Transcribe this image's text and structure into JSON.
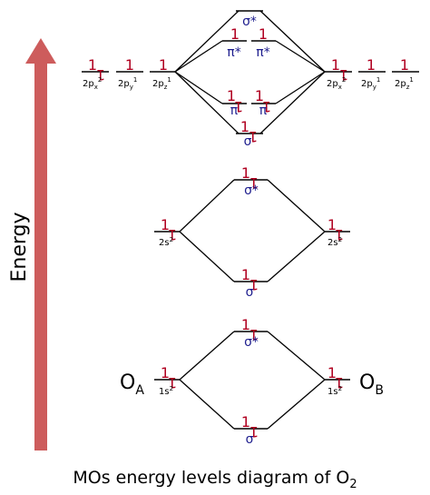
{
  "energy_axis": {
    "label": "Energy",
    "arrow_color": "#cd5c5c"
  },
  "colors": {
    "electron": "#b00020",
    "mo_label": "#1a1a8c",
    "line": "#000000"
  },
  "atoms": {
    "left": "O",
    "left_sub": "A",
    "right": "O",
    "right_sub": "B"
  },
  "caption": {
    "text": "MOs energy levels diagram of O",
    "sub": "2"
  },
  "electron_glyph": "1",
  "ao": {
    "p_left": [
      {
        "main": "2p",
        "sub": "x",
        "sup": "2"
      },
      {
        "main": "2p",
        "sub": "y",
        "sup": "1"
      },
      {
        "main": "2p",
        "sub": "z",
        "sup": "1"
      }
    ],
    "p_right": [
      {
        "main": "2p",
        "sub": "x",
        "sup": "2"
      },
      {
        "main": "2p",
        "sub": "y",
        "sup": "1"
      },
      {
        "main": "2p",
        "sub": "z",
        "sup": "1"
      }
    ],
    "s2_left": {
      "main": "2s",
      "sup": "2"
    },
    "s2_right": {
      "main": "2s",
      "sup": "2"
    },
    "s1_left": {
      "main": "1s",
      "sup": "2"
    },
    "s1_right": {
      "main": "1s",
      "sup": "2"
    }
  },
  "mo": {
    "sigma_2p_star": "σ*",
    "pi_star_1": "π*",
    "pi_star_2": "π*",
    "pi_1": "π",
    "pi_2": "π",
    "sigma_2p": "σ",
    "sigma_2s_star": "σ*",
    "sigma_2s": "σ",
    "sigma_1s_star": "σ*",
    "sigma_1s": "σ"
  }
}
